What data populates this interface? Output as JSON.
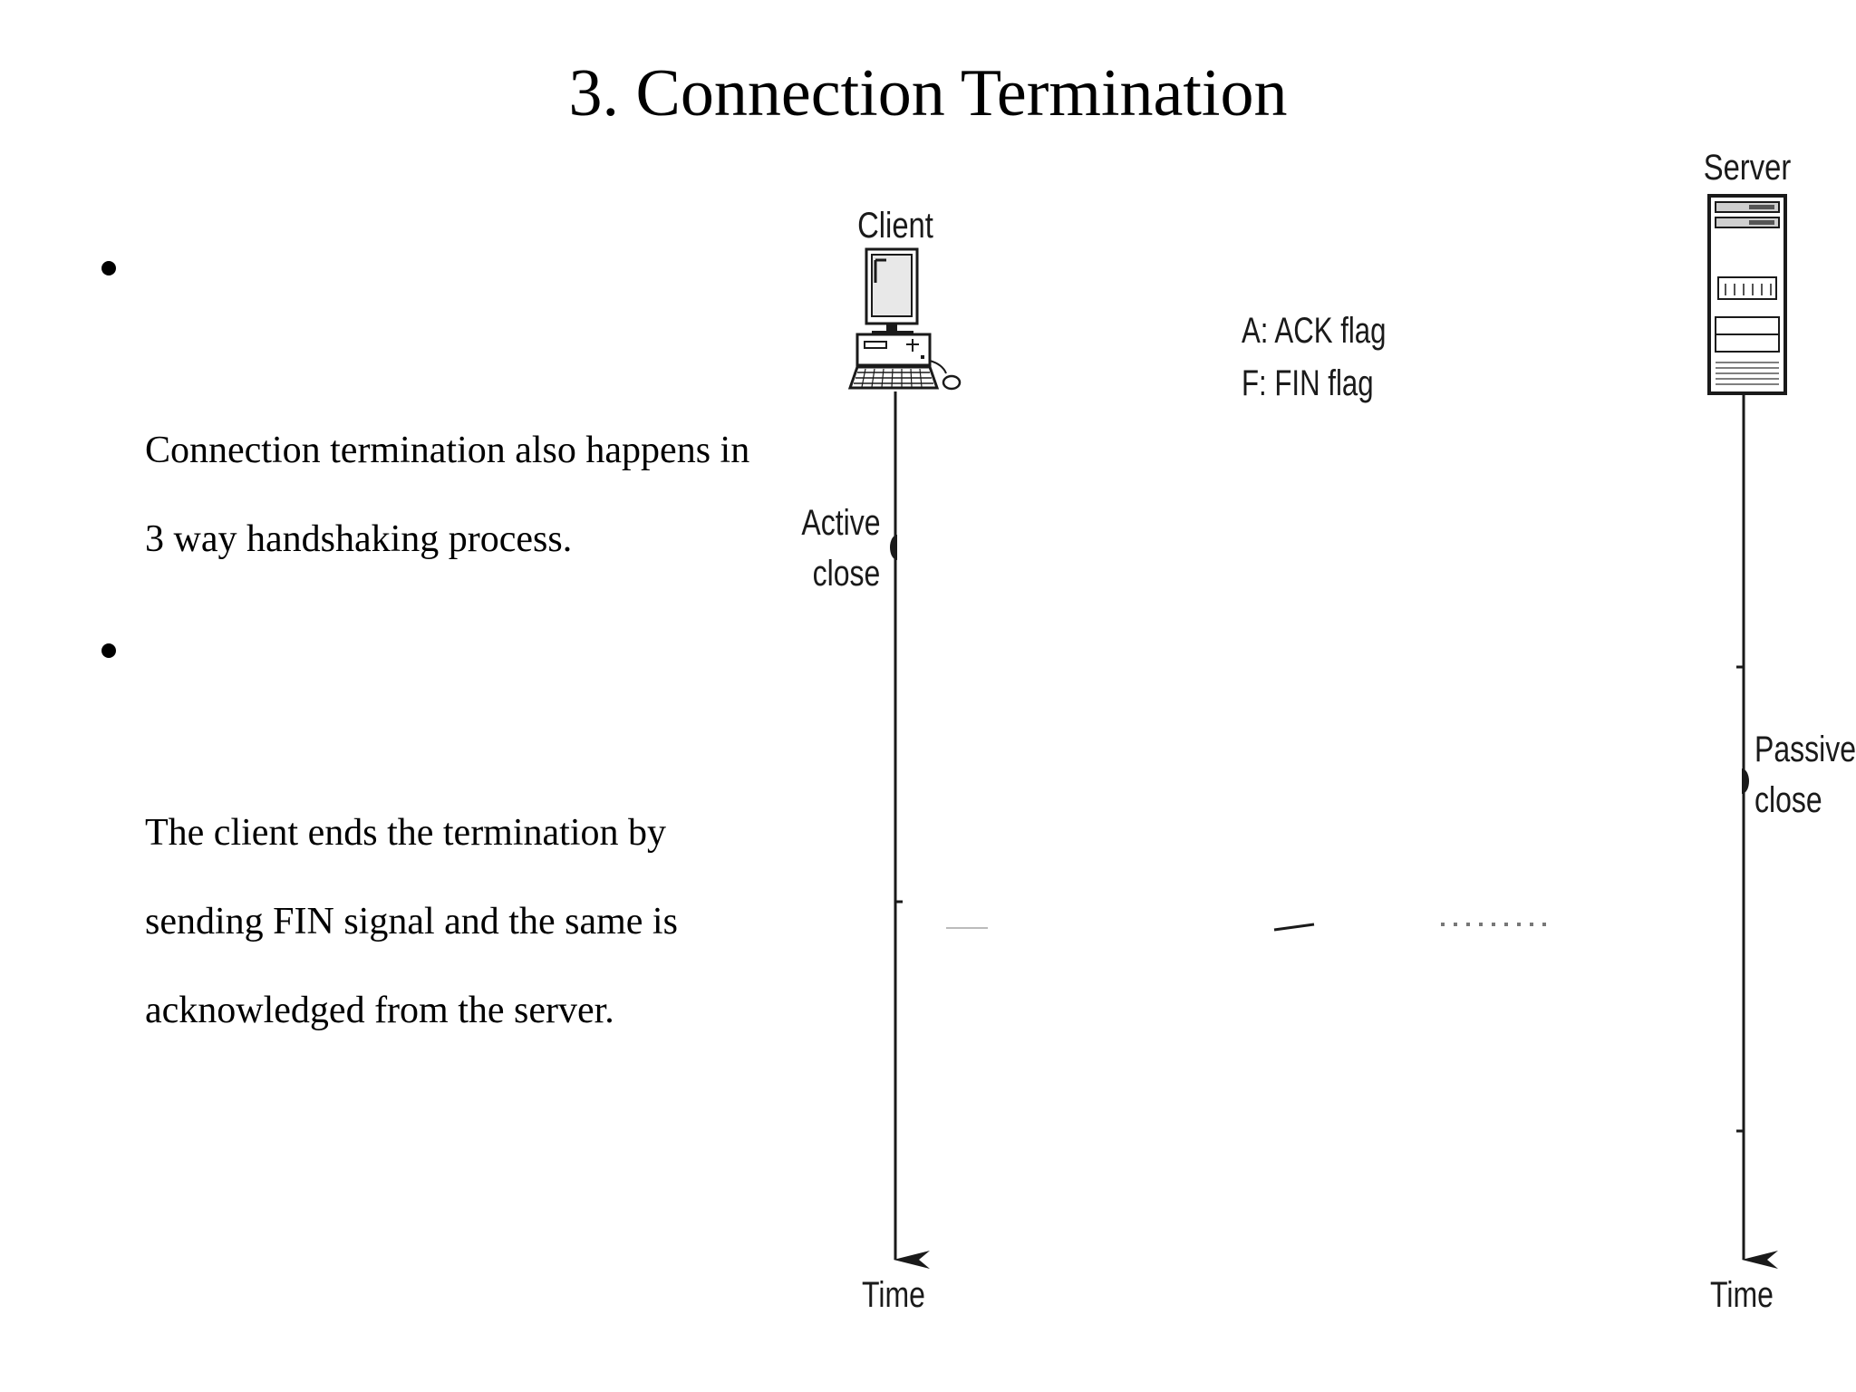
{
  "slide": {
    "title": "3. Connection Termination",
    "bullets": [
      {
        "text": "Connection termination also happens in\n3 way handshaking process."
      },
      {
        "text": "The client ends the termination by\nsending FIN signal and the same is\nacknowledged from the server."
      }
    ]
  },
  "diagram": {
    "client_label": "Client",
    "server_label": "Server",
    "legend": {
      "ack": "A: ACK flag",
      "fin": "F: FIN flag"
    },
    "client_state": {
      "line1": "Active",
      "line2": "close"
    },
    "server_state": {
      "line1": "Passive",
      "line2": "close"
    },
    "client_time_label": "Time",
    "server_time_label": "Time",
    "colors": {
      "line": "#1a1a1a",
      "text": "#1a1a1a"
    }
  }
}
